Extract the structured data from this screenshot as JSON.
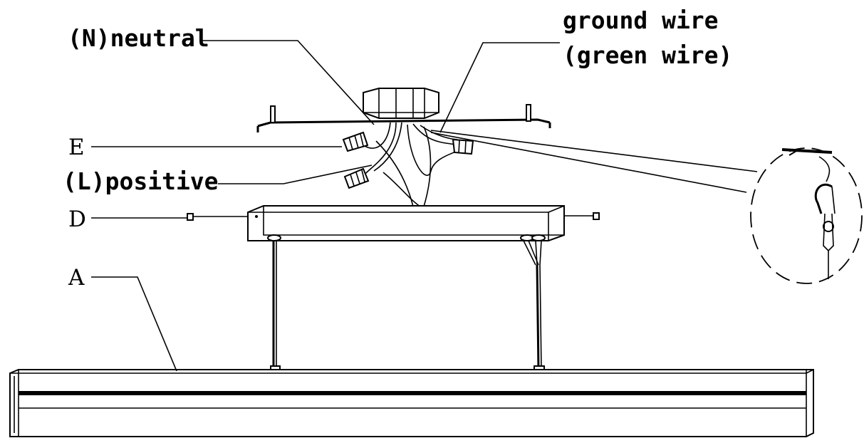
{
  "labels": {
    "neutral": "(N)neutral",
    "ground_line1": "ground wire",
    "ground_line2": "(green wire)",
    "positive": "(L)positive",
    "E": "E",
    "D": "D",
    "A": "A"
  }
}
